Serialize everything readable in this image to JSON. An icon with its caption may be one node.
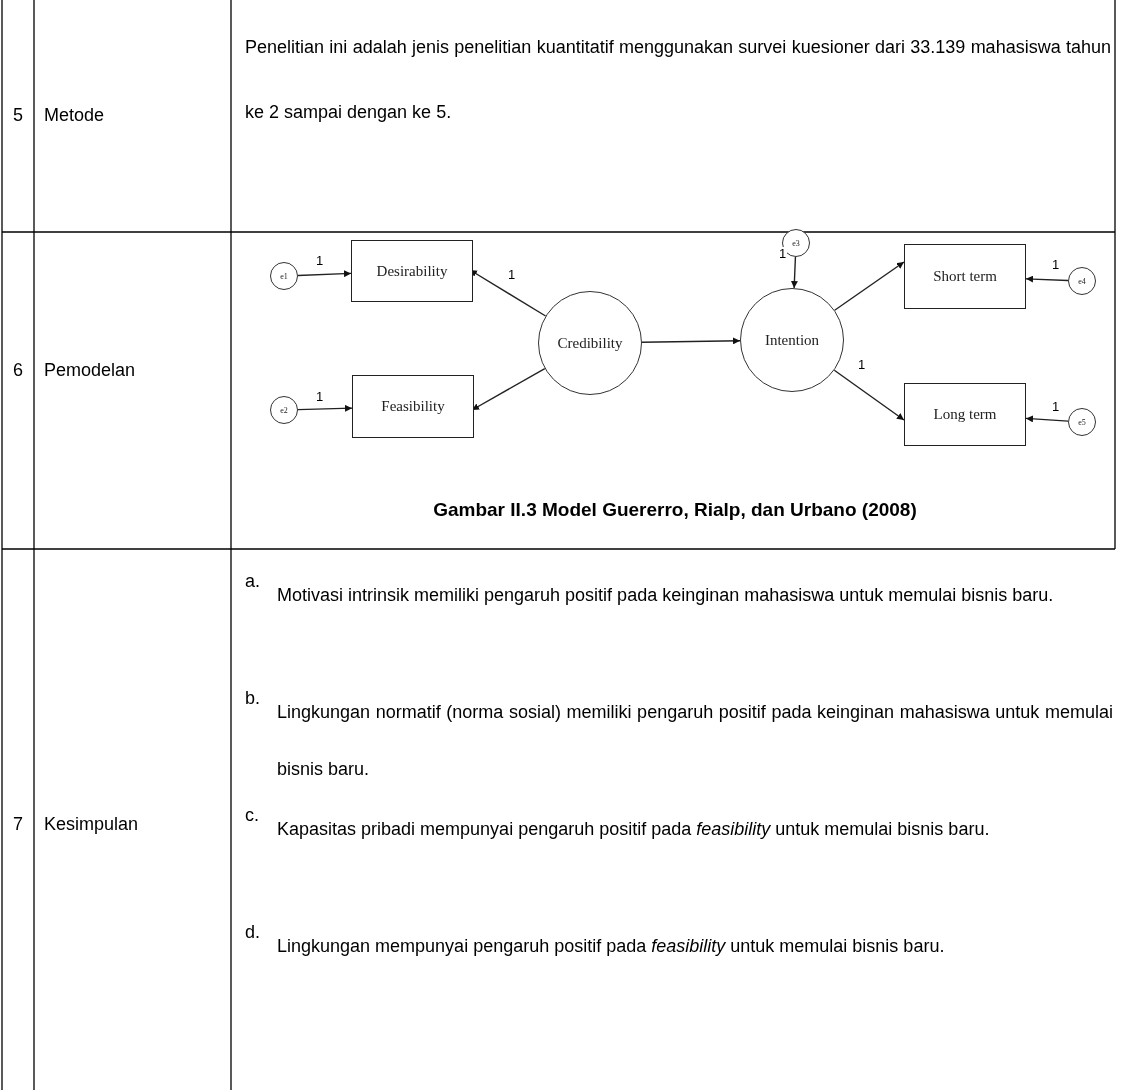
{
  "diagram": {
    "caption": "Gambar II.3 Model Guererro, Rialp, dan Urbano (2008)",
    "nodes": [
      {
        "text": [
          "e1"
        ]
      },
      {
        "text": [
          "Desirability"
        ]
      },
      {
        "text": [
          "e2"
        ]
      },
      {
        "text": [
          "Feasibility"
        ]
      },
      {
        "text": [
          "Credibility"
        ]
      },
      {
        "text": [
          "e3"
        ]
      },
      {
        "text": [
          "Intention"
        ]
      },
      {
        "text": [
          "Short term"
        ]
      },
      {
        "text": [
          "e4"
        ]
      },
      {
        "text": [
          "Long term"
        ]
      },
      {
        "text": [
          "e5"
        ]
      }
    ],
    "edges": [
      {
        "from": 0,
        "to": 1,
        "arrow": "to",
        "label": "1"
      },
      {
        "from": 2,
        "to": 3,
        "arrow": "to",
        "label": "1"
      },
      {
        "from": 4,
        "to": 1,
        "arrow": "to",
        "label": "1"
      },
      {
        "from": 4,
        "to": 3,
        "arrow": "to"
      },
      {
        "from": 4,
        "to": 6,
        "arrow": "to"
      },
      {
        "from": 5,
        "to": 6,
        "arrow": "to",
        "label": "1"
      },
      {
        "from": 6,
        "to": 7,
        "arrow": "to"
      },
      {
        "from": 6,
        "to": 9,
        "arrow": "to",
        "label": "1"
      },
      {
        "from": 8,
        "to": 7,
        "arrow": "to",
        "label": "1"
      },
      {
        "from": 10,
        "to": 9,
        "arrow": "to",
        "label": "1"
      }
    ],
    "labels": [
      "5",
      "Metode",
      "Penelitian ini adalah jenis penelitian kuantitatif menggunakan survei kuesioner dari 33.139 mahasiswa tahun ke 2 sampai dengan ke 5.",
      "6",
      "Pemodelan",
      "7",
      "Kesimpulan",
      "a.",
      "Motivasi intrinsik memiliki pengaruh  positif pada keinginan mahasiswa untuk memulai bisnis baru.",
      "b.",
      "Lingkungan normatif (norma sosial) memiliki pengaruh positif pada keinginan mahasiswa untuk memulai bisnis baru.",
      "c.",
      "Kapasitas pribadi mempunyai pengaruh positif pada *feasibility* untuk memulai bisnis baru.",
      "d.",
      "Lingkungan  mempunyai pengaruh positif pada *feasibility* untuk memulai bisnis baru."
    ]
  }
}
